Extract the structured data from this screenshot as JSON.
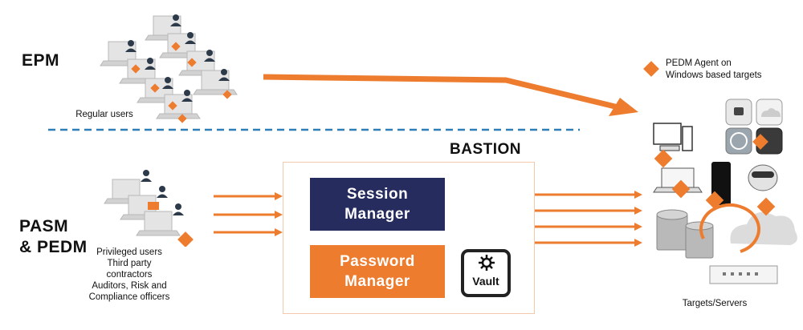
{
  "sections": {
    "epm_label": "EPM",
    "pasm_label_line1": "PASM",
    "pasm_label_line2": "& PEDM"
  },
  "epm": {
    "caption": "Regular users"
  },
  "pasm": {
    "caption_lines": [
      "Privileged users",
      "Third party",
      "contractors",
      "Auditors, Risk and",
      "Compliance officers"
    ]
  },
  "bastion": {
    "title": "BASTION",
    "session_manager_line1": "Session",
    "session_manager_line2": "Manager",
    "password_manager_line1": "Password",
    "password_manager_line2": "Manager",
    "vault_label": "Vault"
  },
  "legend": {
    "line1": "PEDM Agent on",
    "line2": "Windows based targets"
  },
  "targets": {
    "caption": "Targets/Servers"
  },
  "colors": {
    "orange": "#ee7c2e",
    "navy": "#262c5e",
    "divider": "#2e7fb8",
    "laptop": "#d9d9d9"
  },
  "icons": {
    "user": "person-icon",
    "laptop": "laptop-icon",
    "vault": "safe-icon",
    "server": "database-icon",
    "cloud": "cloud-icon"
  }
}
